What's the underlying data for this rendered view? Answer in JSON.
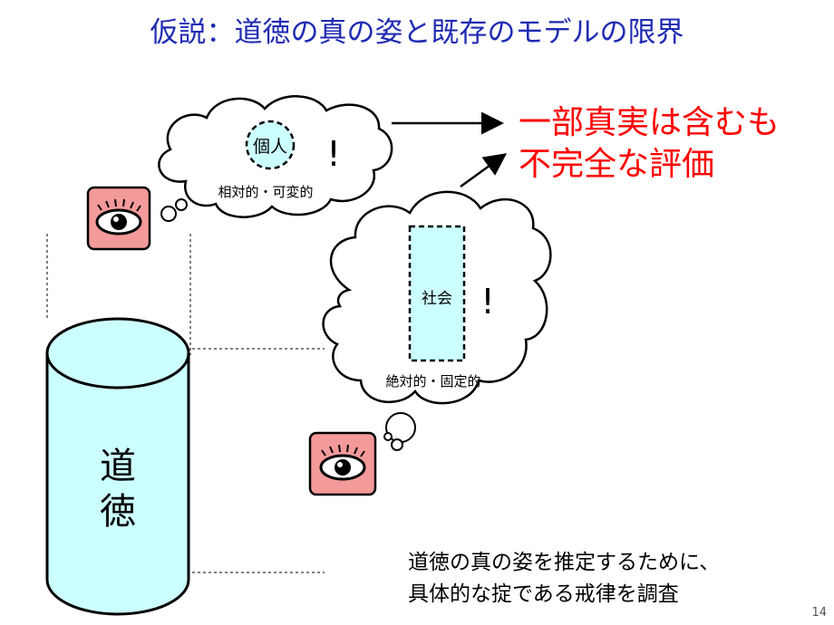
{
  "slide": {
    "title": "仮説：道徳の真の姿と既存のモデルの限界",
    "page_number": "14"
  },
  "cylinder": {
    "line1": "道",
    "line2": "徳"
  },
  "cloud_individual": {
    "label": "個人",
    "exclamation": "!",
    "caption": "相対的・可変的"
  },
  "cloud_society": {
    "label": "社会",
    "exclamation": "!",
    "caption": "絶対的・固定的"
  },
  "conclusion": {
    "line1": "一部真実は含むも",
    "line2": "不完全な評価"
  },
  "method": {
    "line1": "道徳の真の姿を推定するために、",
    "line2": "具体的な掟である戒律を調査"
  },
  "colors": {
    "title": "#1f2bb3",
    "conclusion": "#ff0000",
    "cylinder_fill": "#ccffff",
    "individual_fill": "#ccffff",
    "society_fill": "#ccffff",
    "eye_box_fill": "#f49a9a"
  },
  "icons": [
    "eye-icon",
    "eye-icon",
    "right-arrow-icon",
    "diagonal-arrow-icon"
  ]
}
